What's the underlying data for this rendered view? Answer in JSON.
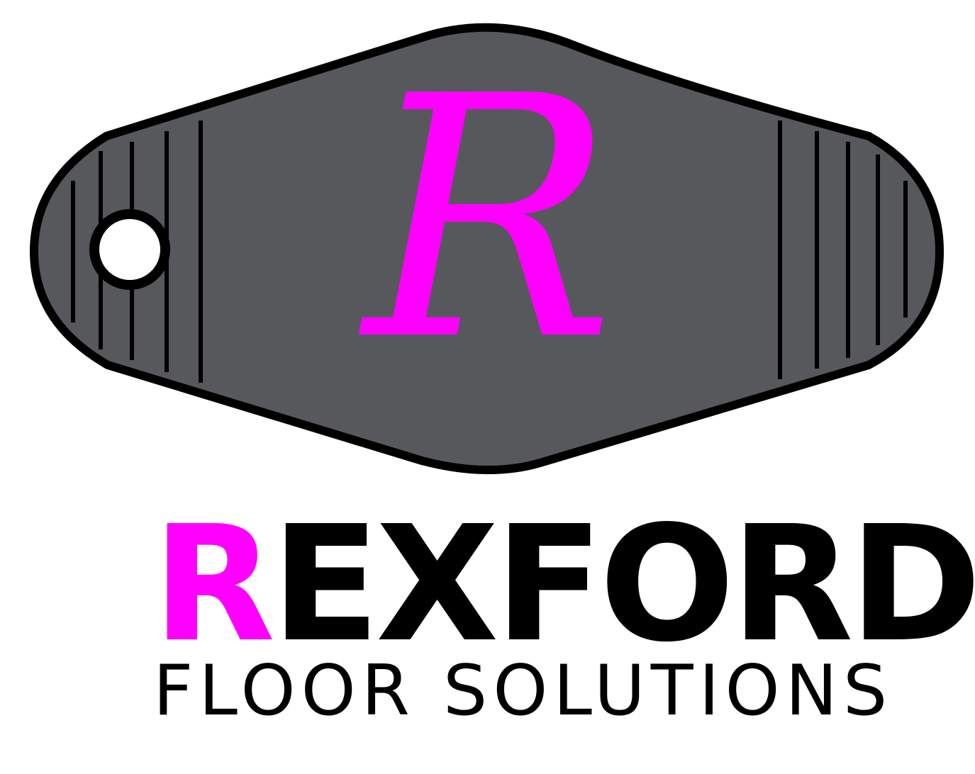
{
  "brand": {
    "monogram": "R",
    "name_first_letter": "R",
    "name_rest": "EXFORD",
    "tagline": "FLOOR SOLUTIONS"
  },
  "colors": {
    "accent": "#ff00ff",
    "tag_fill": "#57585c",
    "outline": "#000000",
    "text": "#000000",
    "background": "#ffffff"
  },
  "icons": {
    "tag": "key-tag-icon",
    "hole": "tag-hole-icon"
  }
}
